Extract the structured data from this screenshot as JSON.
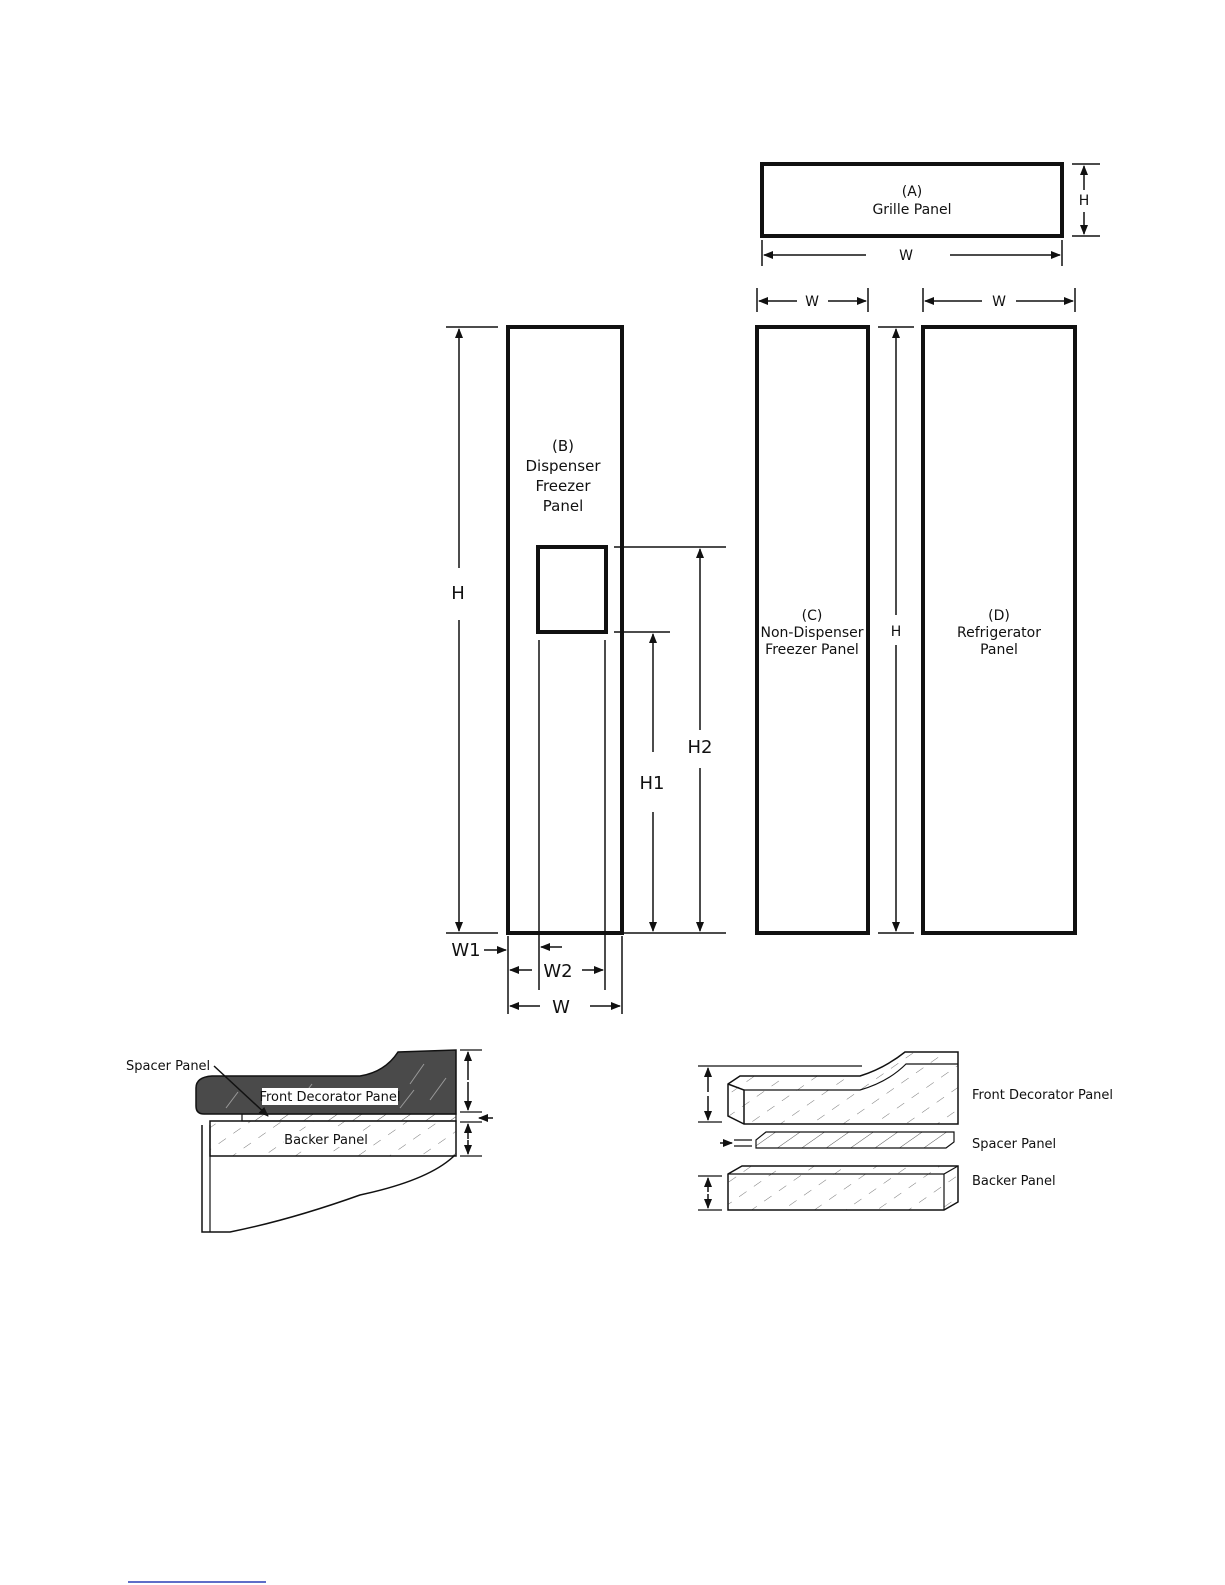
{
  "panels": {
    "a": {
      "line1": "(A)",
      "line2": "Grille Panel"
    },
    "b": {
      "line1": "(B)",
      "line2": "Dispenser",
      "line3": "Freezer",
      "line4": "Panel"
    },
    "c": {
      "line1": "(C)",
      "line2": "Non-Dispenser",
      "line3": "Freezer Panel"
    },
    "d": {
      "line1": "(D)",
      "line2": "Refrigerator",
      "line3": "Panel"
    }
  },
  "dimensions": {
    "a_h": "H",
    "a_w": "W",
    "c_w": "W",
    "d_w": "W",
    "cd_h": "H",
    "b_h": "H",
    "h1": "H1",
    "h2": "H2",
    "w1": "W1",
    "w2": "W2",
    "b_w": "W"
  },
  "cross_section_left": {
    "spacer": "Spacer Panel",
    "front": "Front Decorator Panel",
    "backer": "Backer Panel"
  },
  "cross_section_right": {
    "front": "Front Decorator Panel",
    "spacer": "Spacer Panel",
    "backer": "Backer Panel"
  },
  "colors": {
    "line": "#111111",
    "fill_dark": "#4a4a4a",
    "link": "#2a3fb5"
  }
}
